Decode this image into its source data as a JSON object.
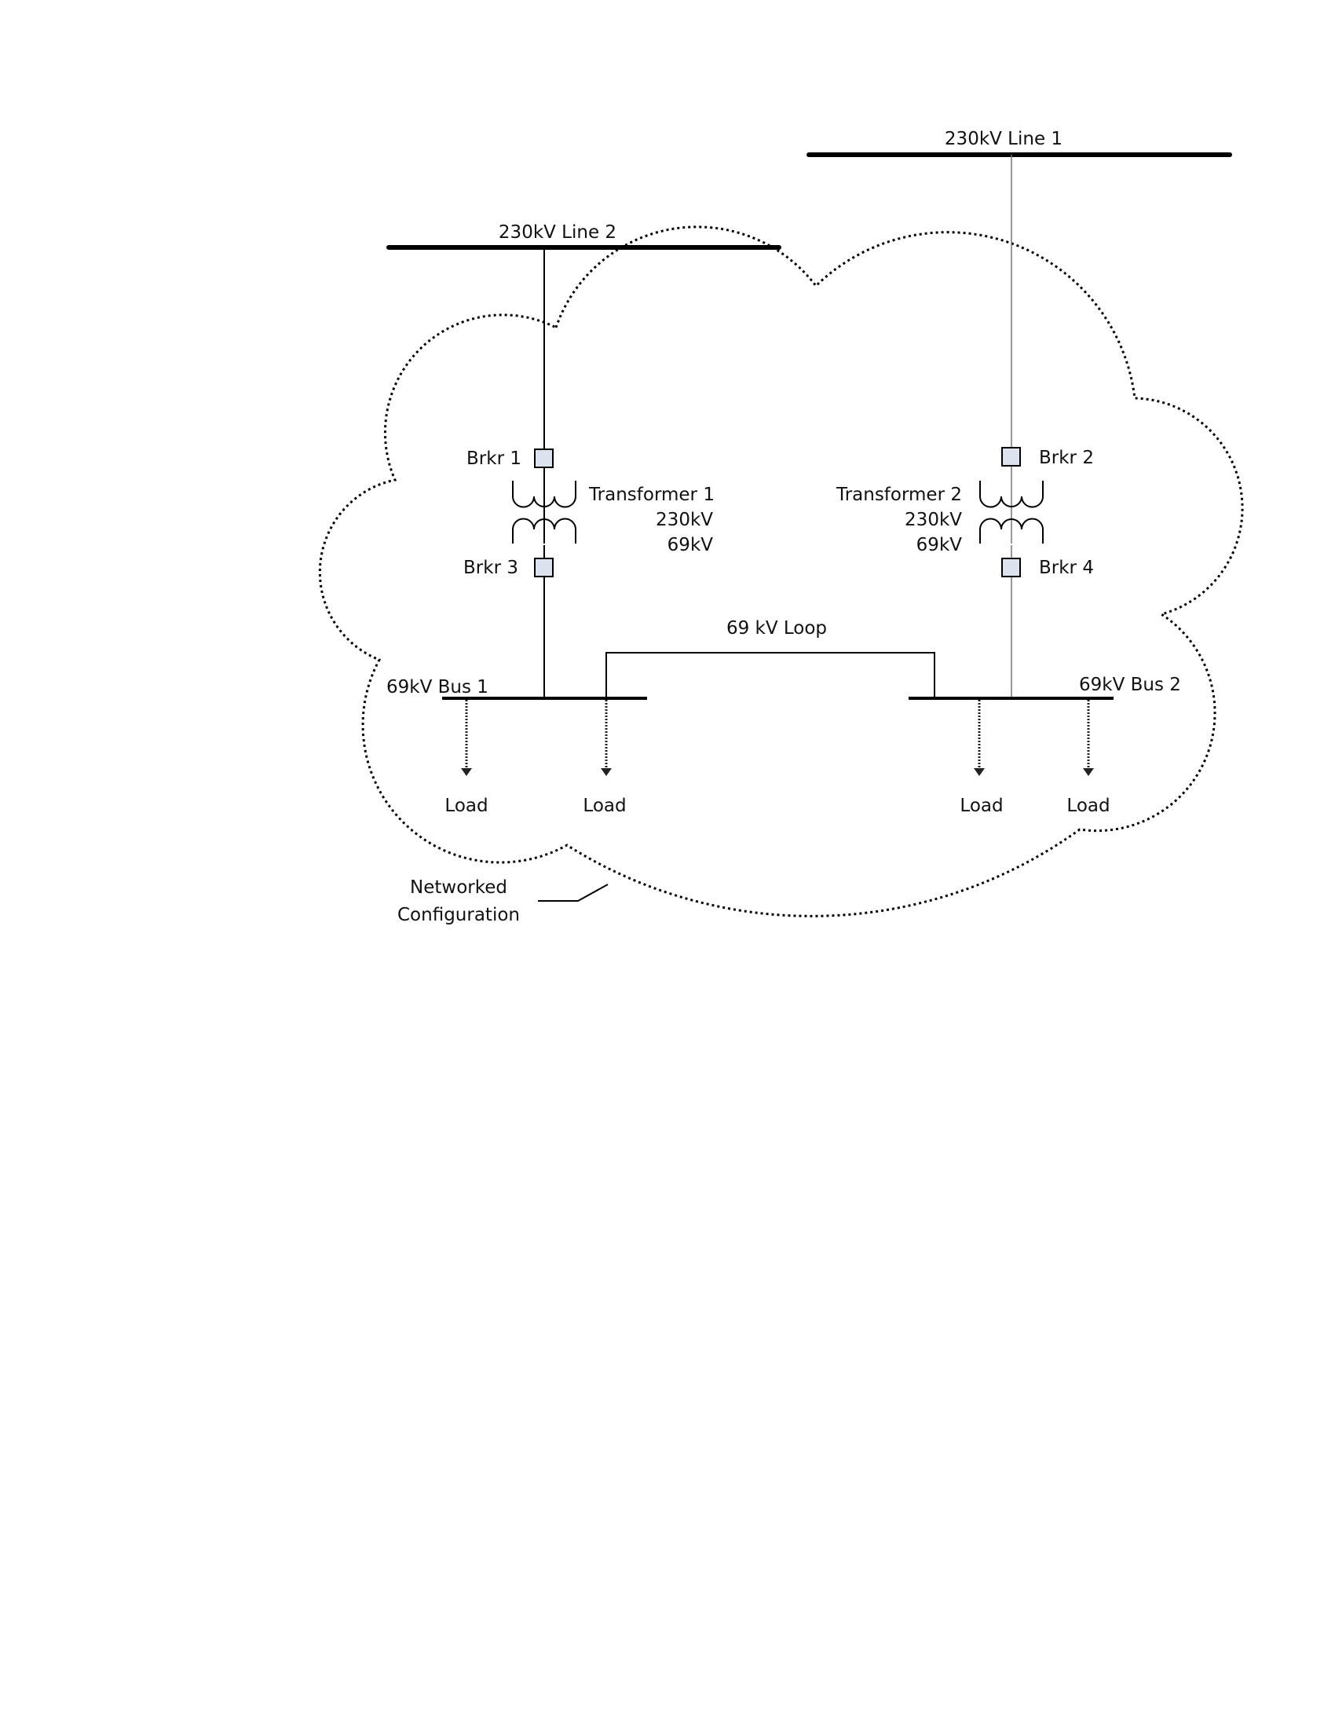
{
  "lines": {
    "line1": "230kV Line 1",
    "line2": "230kV Line 2"
  },
  "breakers": {
    "b1": "Brkr 1",
    "b2": "Brkr 2",
    "b3": "Brkr 3",
    "b4": "Brkr 4"
  },
  "transformers": [
    {
      "name": "Transformer 1",
      "primary": "230kV",
      "secondary": "69kV"
    },
    {
      "name": "Transformer 2",
      "primary": "230kV",
      "secondary": "69kV"
    }
  ],
  "buses": {
    "bus1": "69kV Bus 1",
    "bus2": "69kV Bus 2"
  },
  "loop": "69 kV Loop",
  "loads": [
    "Load",
    "Load",
    "Load",
    "Load"
  ],
  "annotation": {
    "line1": "Networked",
    "line2": "Configuration"
  },
  "colors": {
    "breaker_fill": "#dde3ee"
  }
}
